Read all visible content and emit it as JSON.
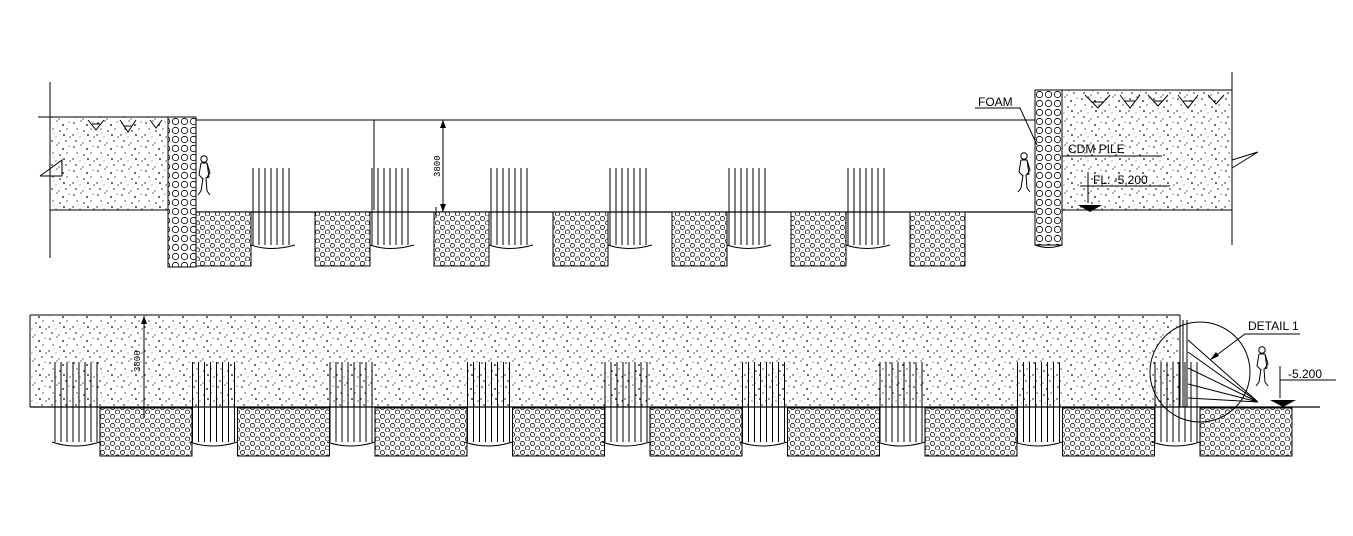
{
  "drawing": {
    "upper_section": {
      "labels": {
        "foam": "FOAM",
        "cdm_pile": "CDM PILE",
        "floor_level": "FL: -5.200",
        "height_dim": "3800"
      }
    },
    "lower_section": {
      "labels": {
        "detail": "DETAIL 1",
        "level": "-5.200",
        "height_dim": "3800"
      }
    }
  },
  "colors": {
    "ink": "#000000",
    "background": "#ffffff"
  },
  "icons": [
    "worker-figure-icon",
    "level-marker-icon",
    "planting-marker-icon"
  ]
}
